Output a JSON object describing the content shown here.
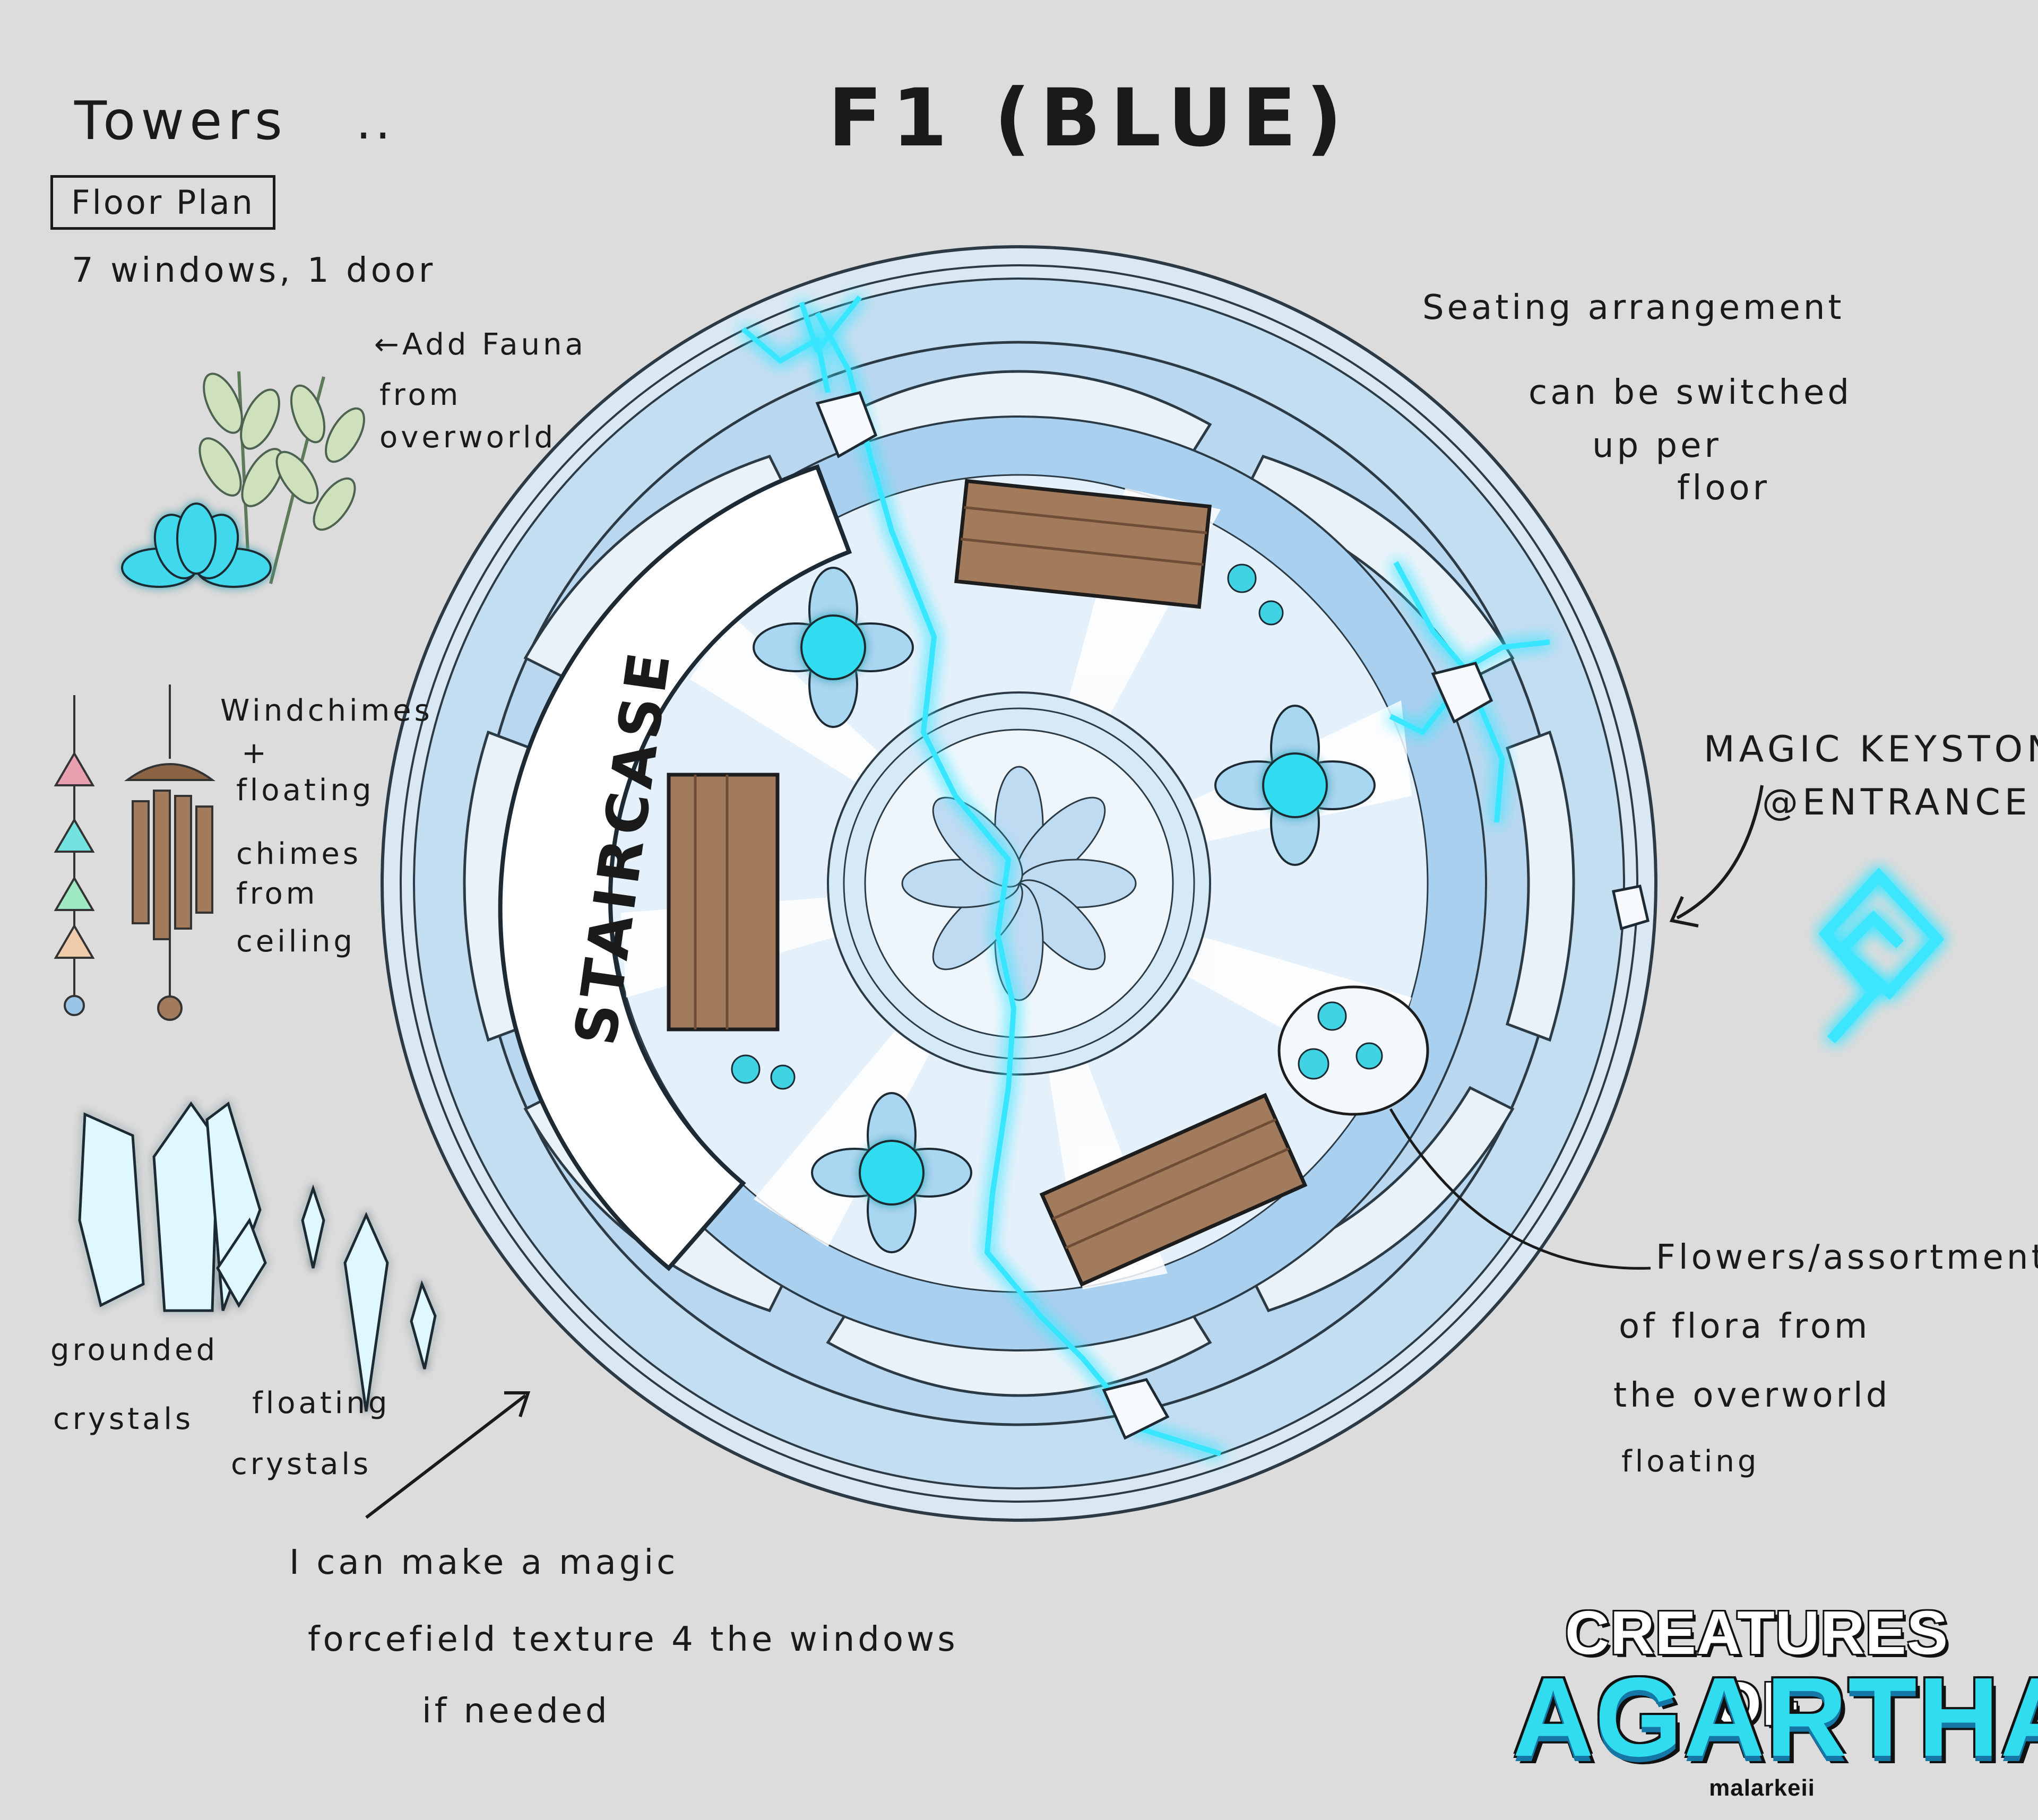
{
  "title": "F1 (BLUE)",
  "header": {
    "towers": "Towers",
    "floor_plan": "Floor Plan",
    "counts": "7 windows, 1 door"
  },
  "floor": {
    "staircase_label": "STAIRCASE"
  },
  "notes": {
    "fauna": [
      "←Add Fauna",
      "from",
      "overworld"
    ],
    "windchimes": [
      "Windchimes",
      "+",
      "floating",
      "chimes",
      "from",
      "ceiling"
    ],
    "grounded": [
      "grounded",
      "crystals"
    ],
    "floating_crystals": [
      "floating",
      "crystals"
    ],
    "seating": [
      "Seating arrangement",
      "can be switched",
      "up per",
      "floor"
    ],
    "keystone": [
      "MAGIC KEYSTONE",
      "@ENTRANCE"
    ],
    "flowers": [
      "Flowers/assortment",
      "of flora from",
      "the overworld",
      "floating"
    ],
    "forcefield": [
      "I can make a magic",
      "forcefield texture 4 the windows",
      "if needed"
    ]
  },
  "brand": {
    "line1": "CREATURES OF",
    "line2": "AGARTHA",
    "credit": "malarkeii"
  },
  "colors": {
    "background": "#dcdcdc",
    "outer_ring": "#cfe4f4",
    "inner_floor": "#e4f0fa",
    "walkway": "#a9d0ee",
    "glow": "#38e6ff",
    "wood": "#a27a5c",
    "wood_dark": "#6e4c35"
  }
}
